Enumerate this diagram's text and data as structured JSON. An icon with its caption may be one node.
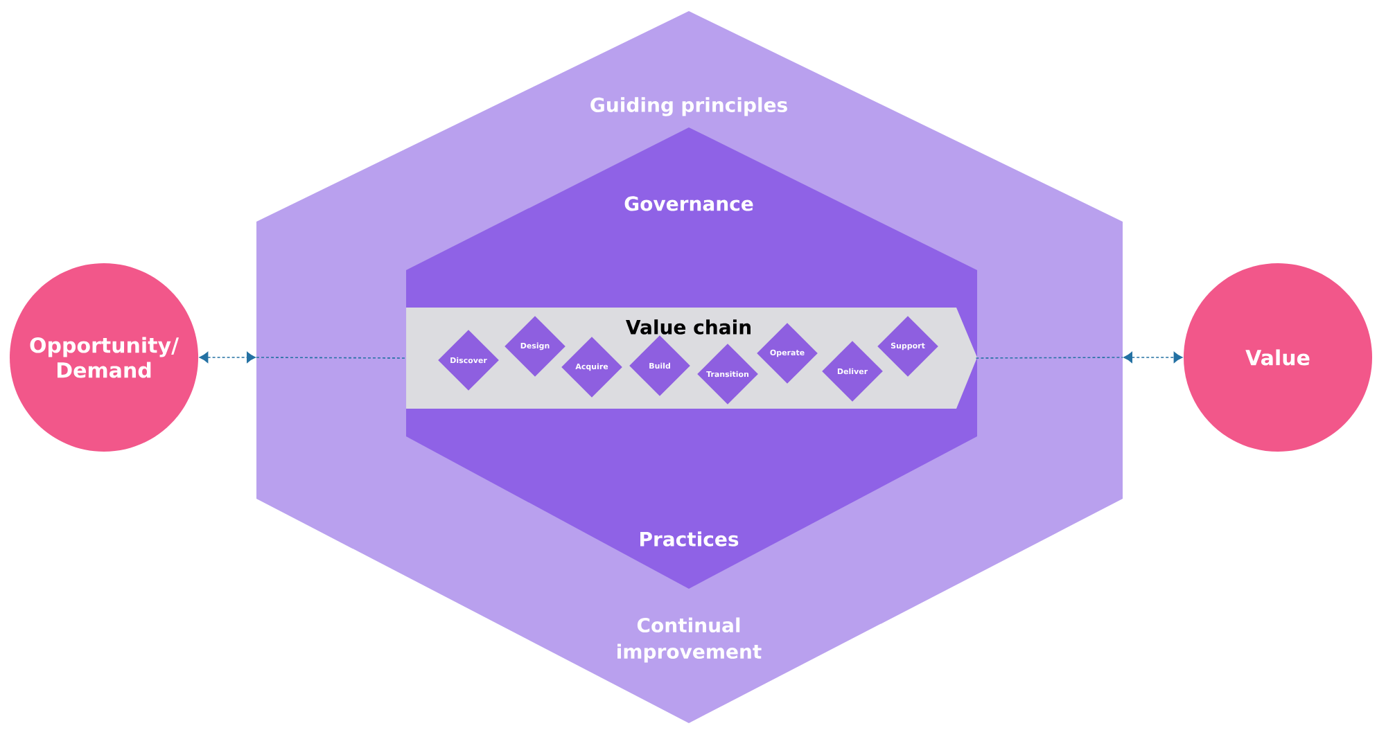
{
  "diagram": {
    "nodes": [
      {
        "text": [
          "Opportunity/ Demand"
        ]
      },
      {
        "text": [
          "Guiding principles",
          "Continual improvement"
        ]
      },
      {
        "text": [
          "Governance",
          "Practices"
        ],
        "in": 1
      },
      {
        "text": [
          "Value chain"
        ],
        "in": 2
      },
      {
        "text": [
          "Discover"
        ],
        "in": 3
      },
      {
        "text": [
          "Design"
        ],
        "in": 3
      },
      {
        "text": [
          "Acquire"
        ],
        "in": 3
      },
      {
        "text": [
          "Build"
        ],
        "in": 3
      },
      {
        "text": [
          "Transition"
        ],
        "in": 3
      },
      {
        "text": [
          "Operate"
        ],
        "in": 3
      },
      {
        "text": [
          "Deliver"
        ],
        "in": 3
      },
      {
        "text": [
          "Support"
        ],
        "in": 3
      },
      {
        "text": [
          "Value"
        ]
      }
    ],
    "edges": [
      {
        "from": 0,
        "to": 1,
        "arrow": "both",
        "style": "dashed"
      },
      {
        "from": 1,
        "to": 3,
        "arrow": "none",
        "style": "dashed"
      },
      {
        "from": 3,
        "to": 1,
        "arrow": "none",
        "style": "dashed"
      },
      {
        "from": 1,
        "to": 12,
        "arrow": "both",
        "style": "dashed"
      }
    ]
  }
}
